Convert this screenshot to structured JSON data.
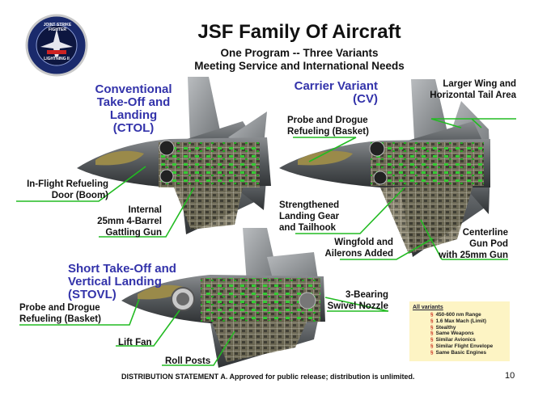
{
  "header": {
    "title": "JSF Family Of Aircraft",
    "subtitle_line1": "One Program -- Three Variants",
    "subtitle_line2": "Meeting Service and International Needs"
  },
  "logo": {
    "top_text": "JOINT STRIKE FIGHTER",
    "inner_text": "LIGHTNING II"
  },
  "variants": {
    "ctol": [
      "Conventional",
      "Take-Off and",
      "Landing",
      "(CTOL)"
    ],
    "cv": [
      "Carrier Variant",
      "(CV)"
    ],
    "stovl": [
      "Short Take-Off and",
      "Vertical Landing",
      "(STOVL)"
    ]
  },
  "callouts": {
    "inflight": [
      "In-Flight Refueling",
      "Door (Boom)"
    ],
    "gun": [
      "Internal",
      "25mm 4-Barrel",
      "Gattling Gun"
    ],
    "larger_wing": [
      "Larger Wing and",
      "Horizontal Tail Area"
    ],
    "probe_cv": [
      "Probe and Drogue",
      "Refueling (Basket)"
    ],
    "strengthened": [
      "Strengthened",
      "Landing Gear",
      "and Tailhook"
    ],
    "centerline": [
      "Centerline",
      "Gun Pod",
      "with 25mm Gun"
    ],
    "wingfold": [
      "Wingfold and",
      "Ailerons Added"
    ],
    "probe_stovl": [
      "Probe and Drogue",
      "Refueling (Basket)"
    ],
    "bearing": [
      "3-Bearing",
      "Swivel Nozzle"
    ],
    "liftfan": "Lift Fan",
    "rollposts": "Roll Posts"
  },
  "all_variants": {
    "heading": "All variants",
    "items": [
      "450-600 nm Range",
      "1.6 Max Mach (Limit)",
      "Stealthy",
      "Same Weapons",
      "Similar Avionics",
      "Similar Flight Envelope",
      "Same Basic Engines"
    ]
  },
  "footer": {
    "statement": "DISTRIBUTION STATEMENT A.  Approved for public release; distribution is unlimited.",
    "page_number": "10"
  },
  "colors": {
    "variant_text": "#3333aa",
    "leader_line": "#22bb22",
    "box_fill": "#fdf4c4",
    "bullet": "#cc3322",
    "logo_navy": "#1a2a6c"
  }
}
